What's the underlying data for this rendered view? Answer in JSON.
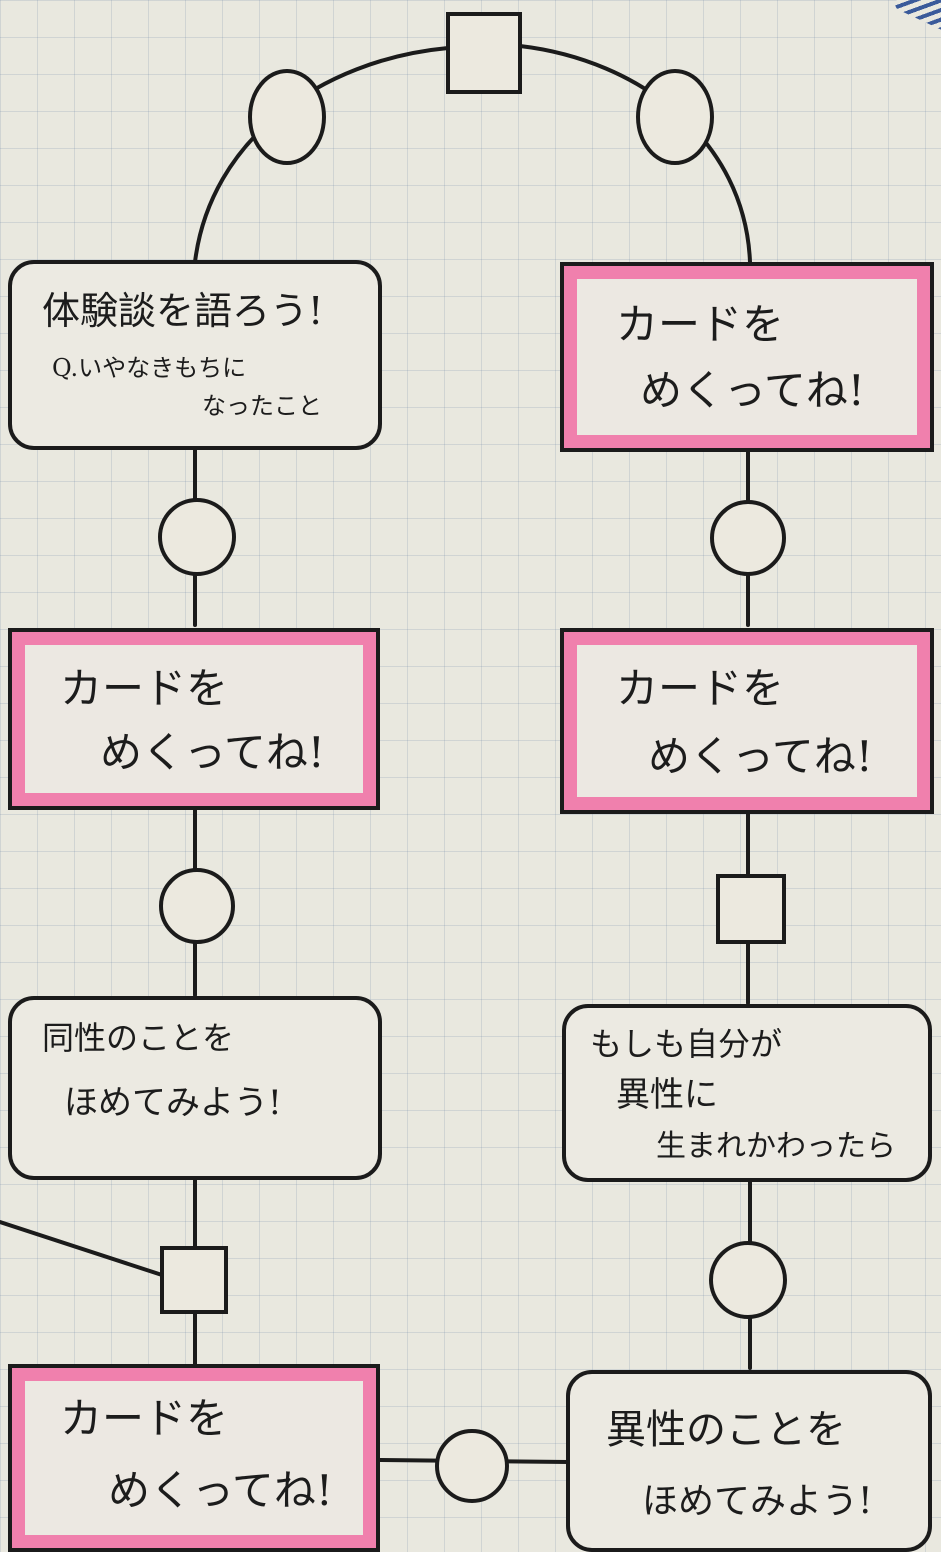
{
  "diagram": {
    "boxes": [
      {
        "id": "talk-experience",
        "kind": "plain",
        "lines": [
          "体験談を語ろう!",
          "Q.いやなきもちに",
          "なったこと"
        ]
      },
      {
        "id": "card-right-1",
        "kind": "card",
        "lines": [
          "カードを",
          "めくってね!"
        ]
      },
      {
        "id": "card-left-1",
        "kind": "card",
        "lines": [
          "カードを",
          "めくってね!"
        ]
      },
      {
        "id": "card-right-2",
        "kind": "card",
        "lines": [
          "カードを",
          "めくってね!"
        ]
      },
      {
        "id": "praise-same-sex",
        "kind": "plain",
        "lines": [
          "同性のことを",
          "ほめてみよう!"
        ]
      },
      {
        "id": "if-opposite-sex",
        "kind": "plain",
        "lines": [
          "もしも自分が",
          "異性に",
          "生まれかわったら"
        ]
      },
      {
        "id": "card-left-2",
        "kind": "card",
        "lines": [
          "カードを",
          "めくってね!"
        ]
      },
      {
        "id": "praise-opposite-sex",
        "kind": "plain",
        "lines": [
          "異性のことを",
          "ほめてみよう!"
        ]
      }
    ],
    "colors": {
      "ink": "#1b1b1b",
      "card_border": "#f080ad",
      "paper": "#e9e8df",
      "grid": "#8c9ab0"
    }
  }
}
